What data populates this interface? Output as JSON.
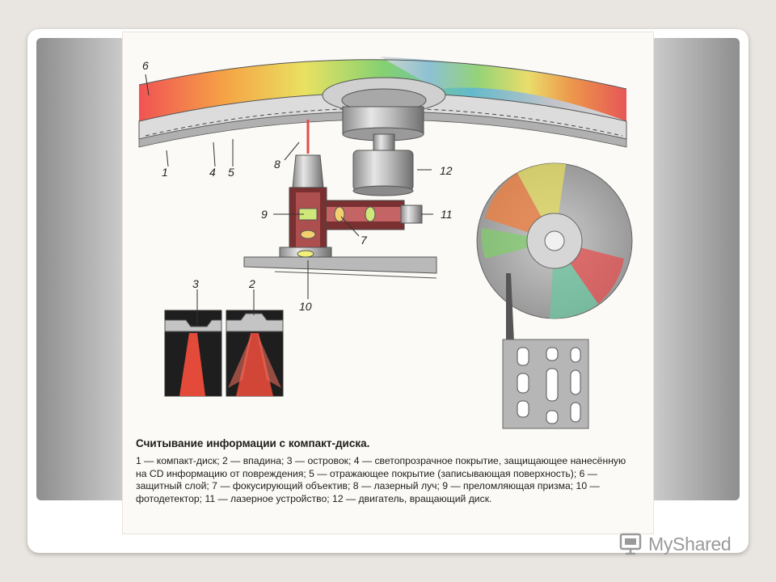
{
  "figure": {
    "labels": {
      "n1": "1",
      "n2": "2",
      "n3": "3",
      "n4": "4",
      "n5": "5",
      "n6": "6",
      "n7": "7",
      "n8": "8",
      "n9": "9",
      "n10": "10",
      "n11": "11",
      "n12": "12"
    }
  },
  "caption": {
    "title": "Считывание информации с компакт-диска.",
    "text": "1 — компакт-диск; 2 — впадина; 3 — островок; 4 — светопрозрачное покрытие, защищающее нанесённую на CD информацию от повреждения; 5 — отражающее покрытие (записывающая поверхность); 6 — защитный слой; 7 — фокусирующий объектив; 8 — лазерный луч; 9 — преломляющая призма; 10 — фотодетектор; 11 — лазерное устройство; 12 — двигатель, вращающий диск."
  },
  "watermark": {
    "brand": "MyShared",
    "icon": "myshared-logo-icon"
  }
}
